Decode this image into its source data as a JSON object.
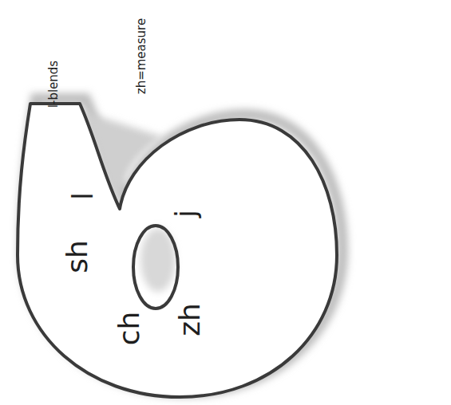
{
  "diagram": {
    "nodes": [
      {
        "text": [
          "l-blends",
          "l",
          "sh",
          "j",
          "zh",
          "ch"
        ]
      }
    ],
    "labels": [
      "zh=measure"
    ]
  }
}
